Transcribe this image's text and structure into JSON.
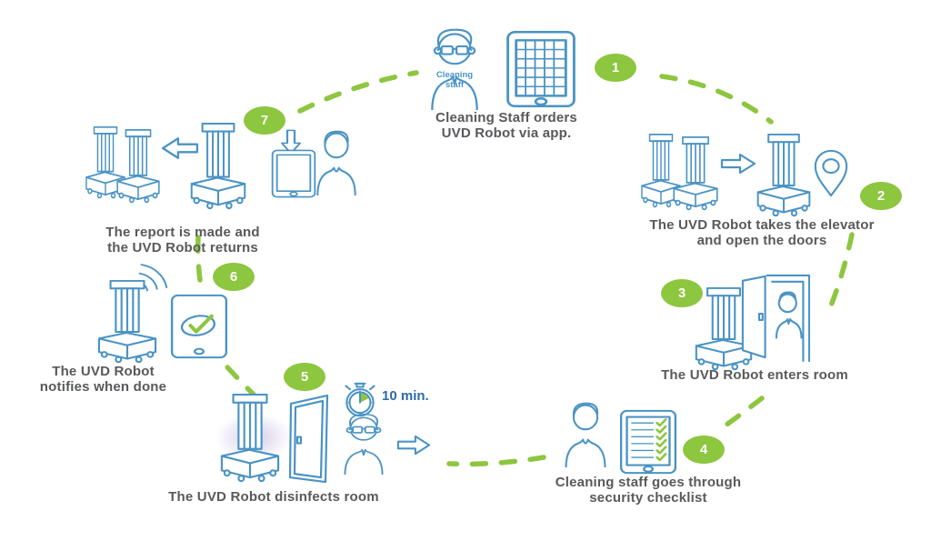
{
  "colors": {
    "green": "#8DC63F",
    "blue": "#4A93C4",
    "text": "#58595B",
    "timer": "#2D6BA6",
    "glow": "#B7A9DC"
  },
  "steps": [
    {
      "num": "1",
      "caption_line1": "Cleaning Staff orders",
      "caption_line2": "UVD Robot via app."
    },
    {
      "num": "2",
      "caption_line1": "The UVD Robot takes the elevator",
      "caption_line2": "and open the doors"
    },
    {
      "num": "3",
      "caption_line1": "The UVD Robot enters room",
      "caption_line2": ""
    },
    {
      "num": "4",
      "caption_line1": "Cleaning staff goes through",
      "caption_line2": "security checklist"
    },
    {
      "num": "5",
      "caption_line1": "The UVD Robot disinfects room",
      "caption_line2": ""
    },
    {
      "num": "6",
      "caption_line1": "The UVD Robot",
      "caption_line2": "notifies when done"
    },
    {
      "num": "7",
      "caption_line1": "The report is made and",
      "caption_line2": "the UVD Robot returns"
    }
  ],
  "labels": {
    "shirt_line1": "Cleaning",
    "shirt_line2": "staff",
    "timer": "10 min."
  }
}
